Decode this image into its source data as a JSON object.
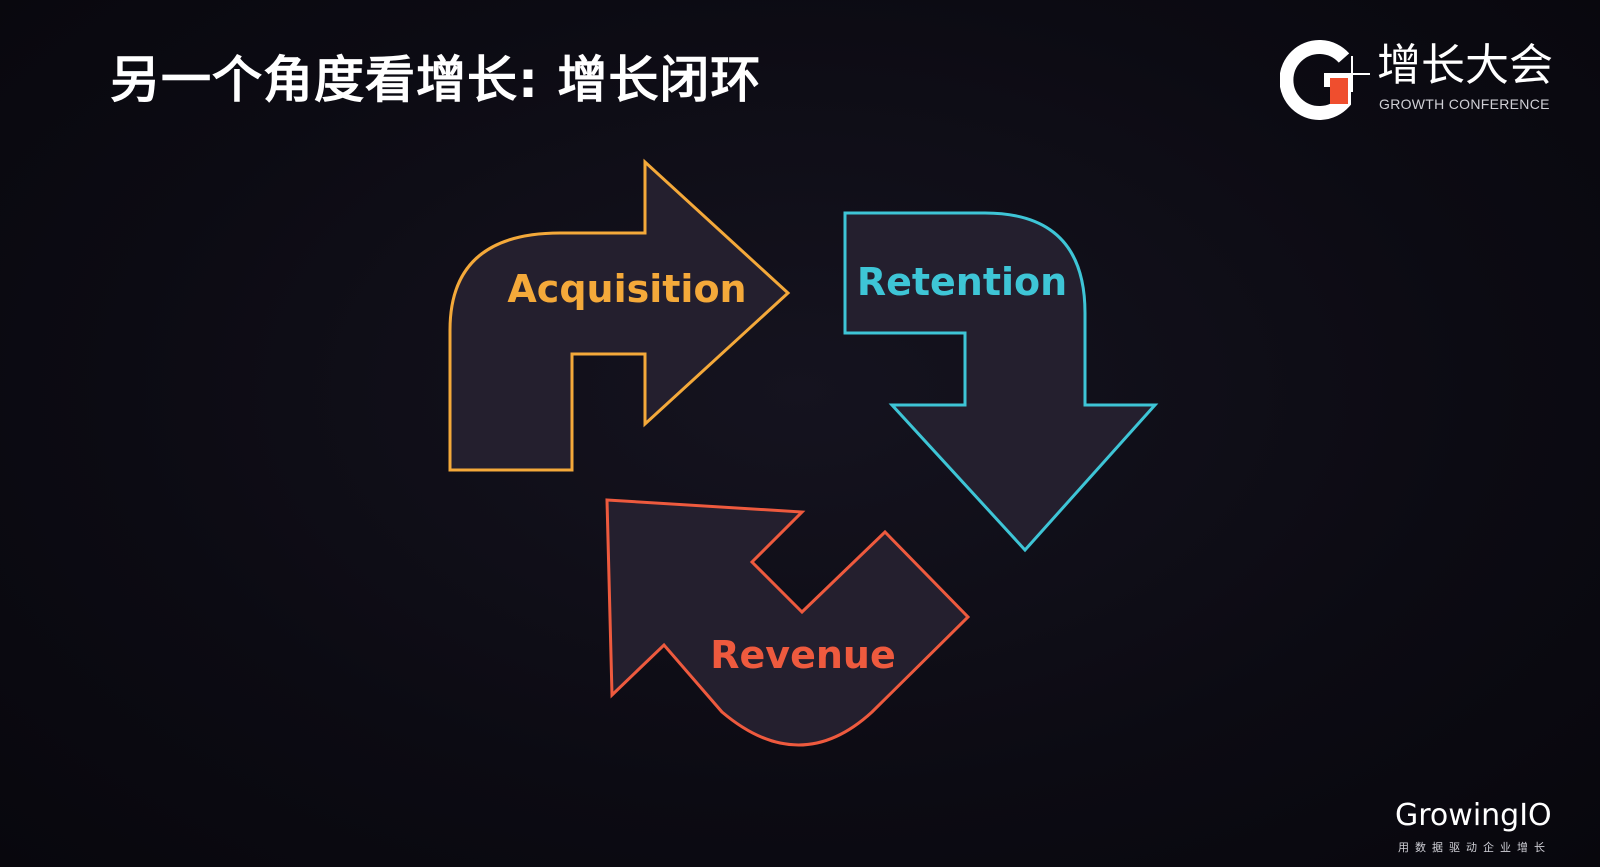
{
  "slide": {
    "title": "另一个角度看增长: 增长闭环"
  },
  "brand": {
    "name_cn": "增长大会",
    "name_en": "GROWTH CONFERENCE"
  },
  "diagram": {
    "nodes": [
      {
        "label": "Acquisition",
        "color": "#f4a93a"
      },
      {
        "label": "Retention",
        "color": "#3ec5d6"
      },
      {
        "label": "Revenue",
        "color": "#ee5a3e"
      }
    ],
    "fill": "#241f2e"
  },
  "footer": {
    "logo_text": "GrowingIO",
    "slogan": "用数据驱动企业增长"
  },
  "colors": {
    "background": "#0b0a12",
    "title": "#ffffff",
    "logo_orange": "#ef4e2e"
  }
}
